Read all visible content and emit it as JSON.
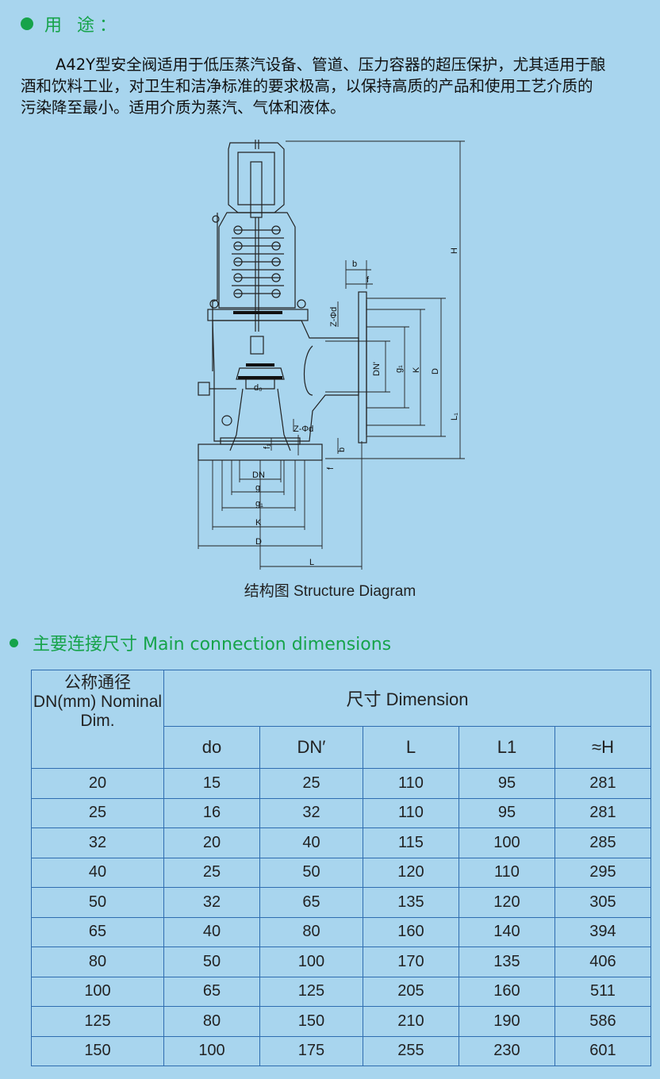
{
  "usage": {
    "heading": "用 途：",
    "text": "A42Y型安全阀适用于低压蒸汽设备、管道、压力容器的超压保护，尤其适用于酿酒和饮料工业，对卫生和洁净标准的要求极高，以保持高质的产品和使用工艺介质的污染降至最小。适用介质为蒸汽、气体和液体。"
  },
  "diagram": {
    "caption": "结构图  Structure Diagram",
    "labels": {
      "H": "H",
      "b": "b",
      "f": "f",
      "zd": "Z-Φd",
      "dn_prime": "DN'",
      "g1": "g₁",
      "K": "K",
      "D": "D",
      "L1": "L₁",
      "d0": "d₀",
      "f1": "f₁",
      "DN": "DN",
      "g": "g",
      "L": "L"
    }
  },
  "dimensions": {
    "heading": "主要连接尺寸 Main connection dimensions",
    "corner_label": "公称通径 DN(mm) Nominal Dim.",
    "group_label": "尺寸   Dimension",
    "columns": [
      "do",
      "DN′",
      "L",
      "L1",
      "≈H"
    ],
    "rows": [
      [
        "20",
        "15",
        "25",
        "110",
        "95",
        "281"
      ],
      [
        "25",
        "16",
        "32",
        "110",
        "95",
        "281"
      ],
      [
        "32",
        "20",
        "40",
        "115",
        "100",
        "285"
      ],
      [
        "40",
        "25",
        "50",
        "120",
        "110",
        "295"
      ],
      [
        "50",
        "32",
        "65",
        "135",
        "120",
        "305"
      ],
      [
        "65",
        "40",
        "80",
        "160",
        "140",
        "394"
      ],
      [
        "80",
        "50",
        "100",
        "170",
        "135",
        "406"
      ],
      [
        "100",
        "65",
        "125",
        "205",
        "160",
        "511"
      ],
      [
        "125",
        "80",
        "150",
        "210",
        "190",
        "586"
      ],
      [
        "150",
        "100",
        "175",
        "255",
        "230",
        "601"
      ]
    ]
  },
  "colors": {
    "accent": "#16a34a",
    "background": "#a8d5ee",
    "grid": "#2f6db0"
  }
}
